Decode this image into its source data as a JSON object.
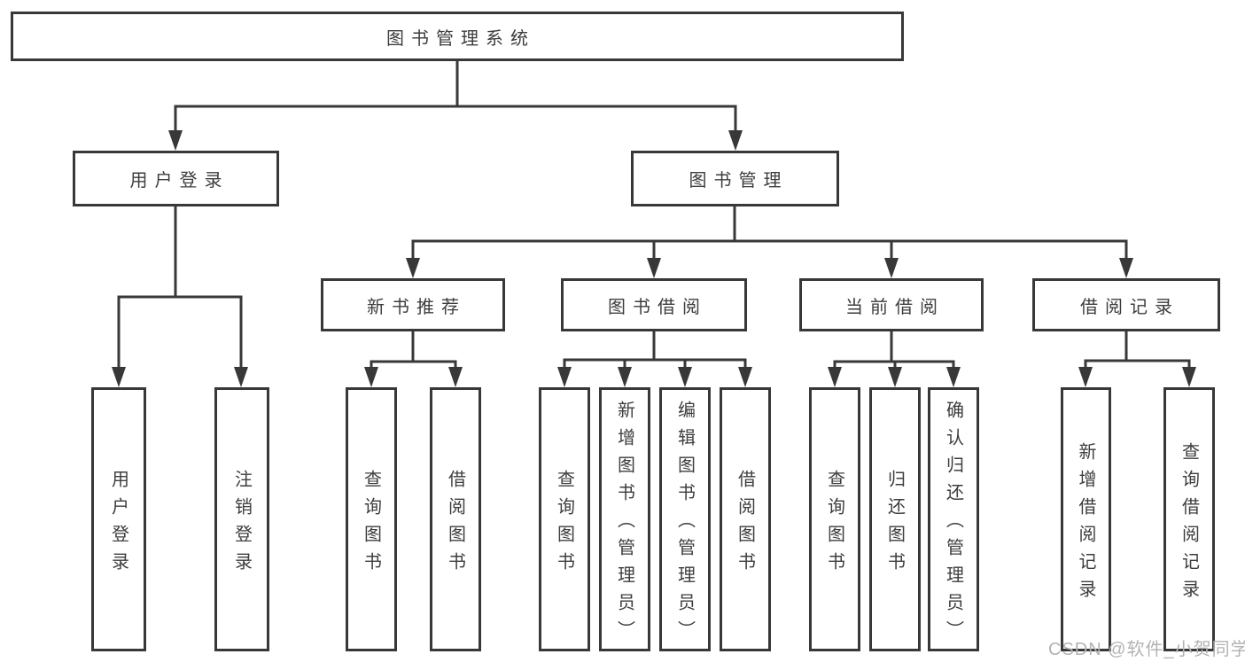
{
  "tree": {
    "root": "图书管理系统",
    "children": [
      {
        "label": "用户登录",
        "children": [
          "用户登录",
          "注销登录"
        ]
      },
      {
        "label": "图书管理",
        "children": [
          {
            "label": "新书推荐",
            "children": [
              "查询图书",
              "借阅图书"
            ]
          },
          {
            "label": "图书借阅",
            "children": [
              "查询图书",
              "新增图书（管理员）",
              "编辑图书（管理员）",
              "借阅图书"
            ]
          },
          {
            "label": "当前借阅",
            "children": [
              "查询图书",
              "归还图书",
              "确认归还（管理员）"
            ]
          },
          {
            "label": "借阅记录",
            "children": [
              "新增借阅记录",
              "查询借阅记录"
            ]
          }
        ]
      }
    ]
  },
  "watermark": {
    "text": "CSDN @软件_小贺同学",
    "color": "#b3b3b3"
  },
  "colors": {
    "line": "#383838",
    "text": "#3d3d3d",
    "box_background": "#ffffff"
  }
}
